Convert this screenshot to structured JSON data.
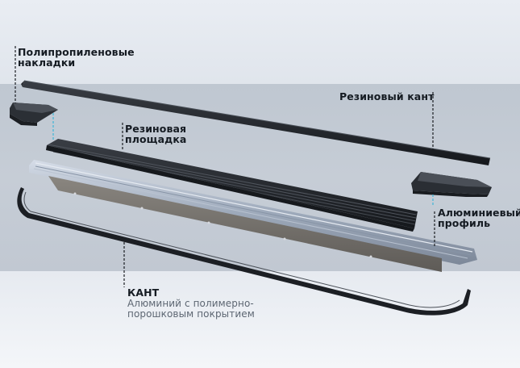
{
  "labels": {
    "plastic_caps_line1": "Полипропиленовые",
    "plastic_caps_line2": "накладки",
    "rubber_edge": "Резиновый кант",
    "rubber_pad_line1": "Резиновая",
    "rubber_pad_line2": "площадка",
    "aluminum_profile_line1": "Алюминиевый",
    "aluminum_profile_line2": "профиль",
    "edge_title": "КАНТ",
    "edge_desc_line1": "Алюминий с полимерно-",
    "edge_desc_line2": "порошковым покрытием"
  },
  "colors": {
    "band_gray": "#c3cad4",
    "rubber_dark": "#1f2227",
    "aluminum": "#9aa6b8",
    "leader_black": "#1a1d22",
    "leader_cyan": "#3fb6d8"
  }
}
